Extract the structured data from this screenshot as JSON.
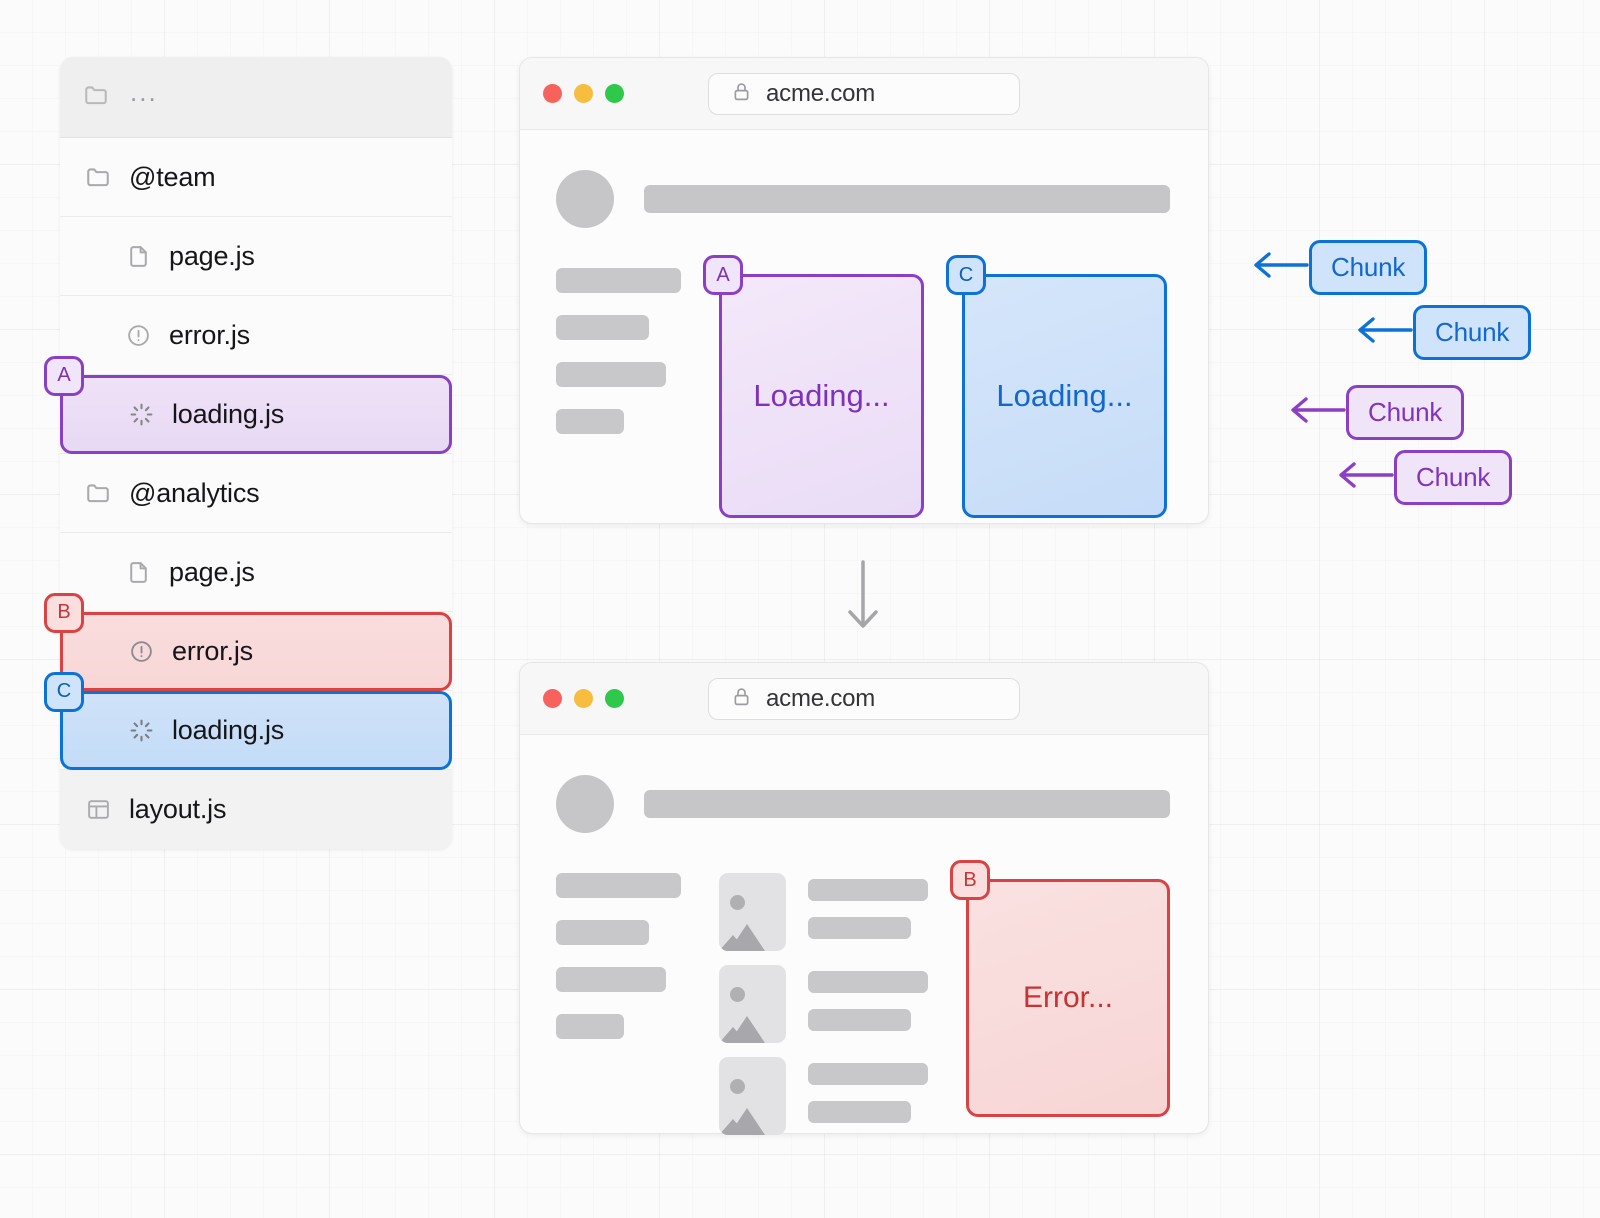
{
  "filetree": {
    "header": {
      "icon": "folder-icon",
      "label": "..."
    },
    "rows": [
      {
        "label": "@team",
        "icon": "folder-icon",
        "indent": 0,
        "highlight": null,
        "badge": null
      },
      {
        "label": "page.js",
        "icon": "file-icon",
        "indent": 1,
        "highlight": null,
        "badge": null
      },
      {
        "label": "error.js",
        "icon": "alert-circle-icon",
        "indent": 1,
        "highlight": null,
        "badge": null
      },
      {
        "label": "loading.js",
        "icon": "spinner-icon",
        "indent": 1,
        "highlight": "purple",
        "badge": "A"
      },
      {
        "label": "@analytics",
        "icon": "folder-icon",
        "indent": 0,
        "highlight": null,
        "badge": null
      },
      {
        "label": "page.js",
        "icon": "file-icon",
        "indent": 1,
        "highlight": null,
        "badge": null
      },
      {
        "label": "error.js",
        "icon": "alert-circle-icon",
        "indent": 1,
        "highlight": "red",
        "badge": "B"
      },
      {
        "label": "loading.js",
        "icon": "spinner-icon",
        "indent": 1,
        "highlight": "blue",
        "badge": "C"
      },
      {
        "label": "layout.js",
        "icon": "layout-icon",
        "indent": 0,
        "highlight": null,
        "badge": null
      }
    ]
  },
  "browser_top": {
    "url": "acme.com",
    "lock_icon": "lock-icon",
    "traffic_lights": [
      "close-red",
      "minimize-yellow",
      "maximize-green"
    ],
    "cards": [
      {
        "badge": "A",
        "text": "Loading...",
        "color": "purple"
      },
      {
        "badge": "C",
        "text": "Loading...",
        "color": "blue"
      }
    ]
  },
  "browser_bottom": {
    "url": "acme.com",
    "lock_icon": "lock-icon",
    "traffic_lights": [
      "close-red",
      "minimize-yellow",
      "maximize-green"
    ],
    "cards": [
      {
        "badge": "B",
        "text": "Error...",
        "color": "red"
      }
    ]
  },
  "flow_arrow": {
    "icon": "arrow-down-icon"
  },
  "chunks": [
    {
      "label": "Chunk",
      "color": "blue"
    },
    {
      "label": "Chunk",
      "color": "blue"
    },
    {
      "label": "Chunk",
      "color": "purple"
    },
    {
      "label": "Chunk",
      "color": "purple"
    }
  ],
  "colors": {
    "purple": "#8b3fc4",
    "blue": "#0c72d6",
    "red": "#d94343",
    "skeleton": "#c8c8ca",
    "background": "#fbfbfb"
  }
}
